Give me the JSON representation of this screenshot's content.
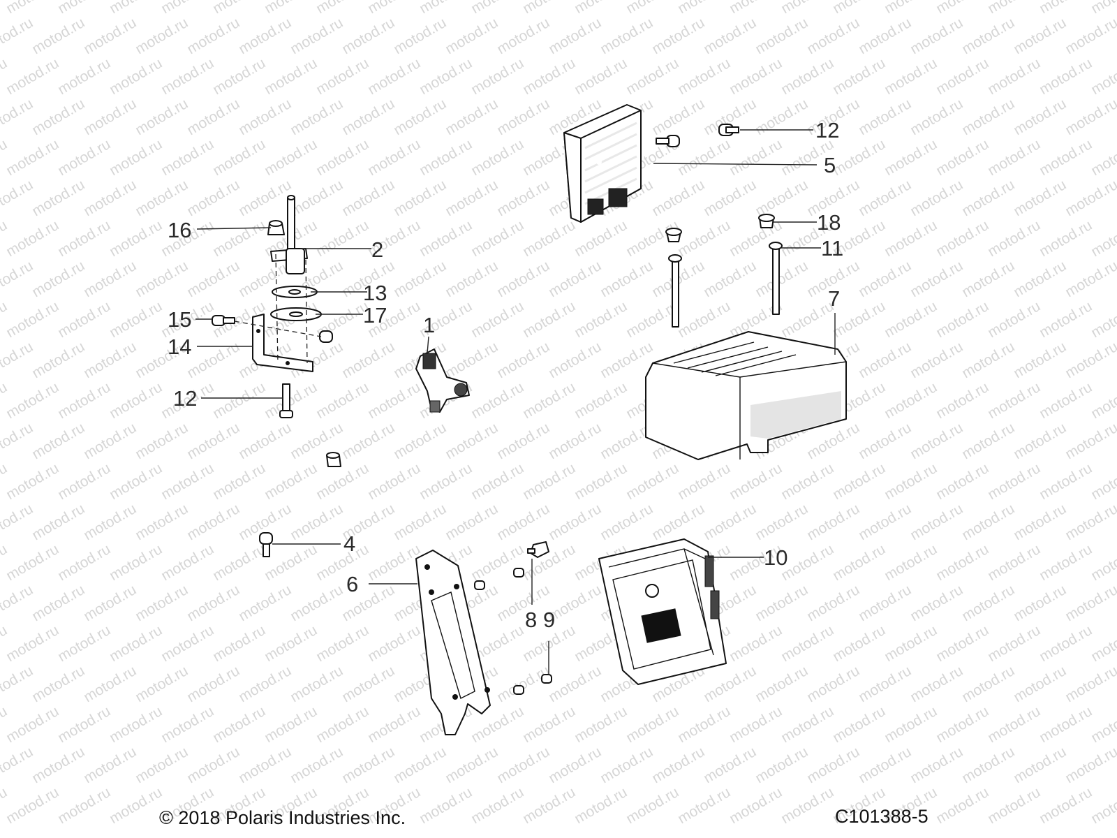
{
  "watermark": {
    "text": "motod.ru",
    "color": "#d6d6d6"
  },
  "callouts": [
    "16",
    "2",
    "13",
    "15",
    "17",
    "14",
    "12",
    "1",
    "12",
    "5",
    "18",
    "11",
    "7",
    "4",
    "6",
    "10",
    "8",
    "9"
  ],
  "footer": {
    "copyright": "© 2018 Polaris Industries Inc.",
    "diagram_code": "C101388-5"
  },
  "parts_icons": {
    "voltage_regulator": "heatsink-regulator-icon",
    "cover": "ecu-cover-icon",
    "ecu": "ecu-module-icon",
    "mount_plate": "mounting-plate-icon",
    "sensor": "sensor-connector-icon",
    "bracket": "l-bracket-icon"
  }
}
